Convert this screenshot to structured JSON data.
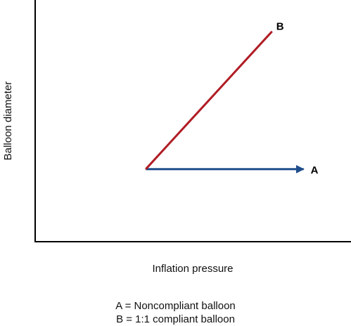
{
  "chart_data": {
    "type": "line",
    "xlabel": "Inflation pressure",
    "ylabel": "Balloon diameter",
    "grid": false,
    "series": [
      {
        "name": "A",
        "color": "#1f4e8c",
        "arrow": true,
        "points": [
          [
            0.35,
            0.3
          ],
          [
            0.85,
            0.3
          ]
        ]
      },
      {
        "name": "B",
        "color": "#b01c24",
        "arrow": false,
        "points": [
          [
            0.35,
            0.3
          ],
          [
            0.75,
            0.87
          ]
        ]
      }
    ],
    "legend": [
      "A  =  Noncompliant balloon",
      "B  =  1:1 compliant balloon"
    ]
  }
}
